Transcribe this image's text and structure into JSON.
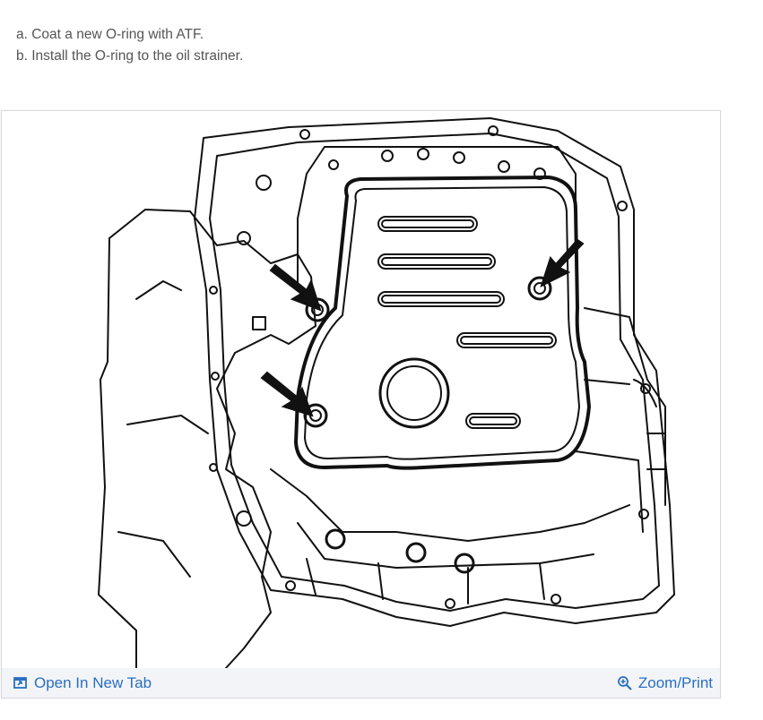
{
  "instructions": {
    "steps": [
      "a. Coat a new O-ring with ATF.",
      "b. Install the O-ring to the oil strainer."
    ]
  },
  "figure": {
    "icon": "transmission-oil-strainer-diagram",
    "colors": {
      "ink": "#111111",
      "paper": "#ffffff"
    }
  },
  "toolbar": {
    "open_label": "Open In New Tab",
    "zoom_label": "Zoom/Print",
    "open_icon": "open-in-new-tab-icon",
    "zoom_icon": "zoom-in-icon",
    "accent_color": "#2a6fc0",
    "background_color": "#f2f4f7"
  }
}
